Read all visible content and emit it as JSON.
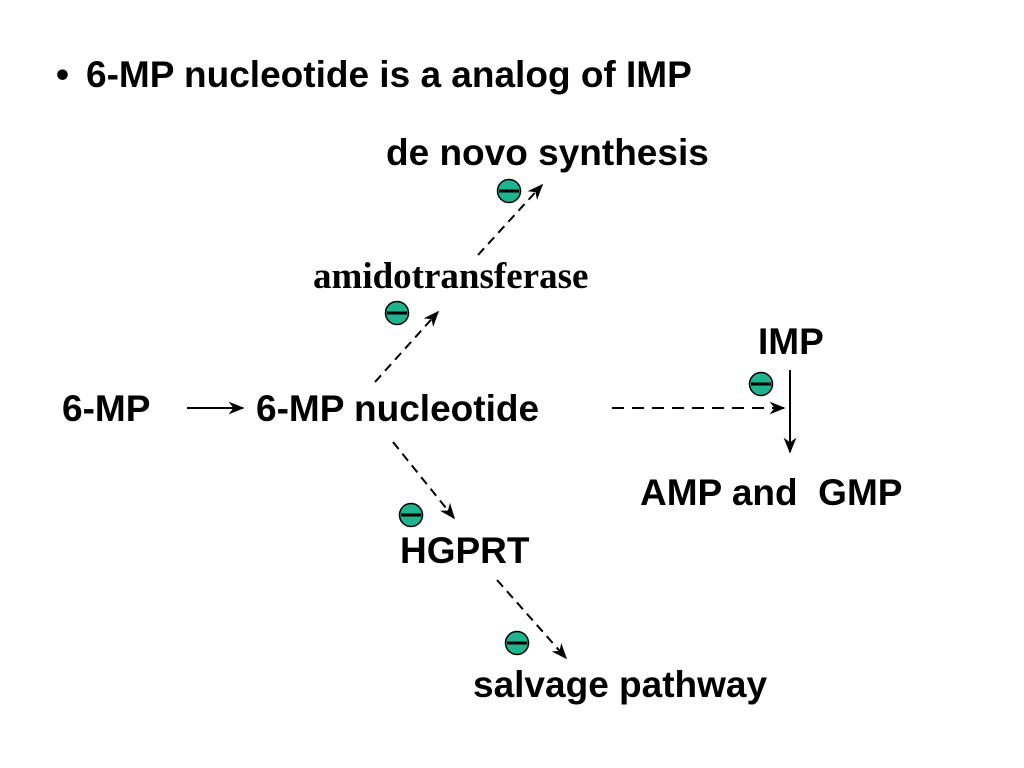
{
  "bullet": {
    "symbol": "•",
    "text": "6-MP nucleotide is a analog of IMP"
  },
  "nodes": {
    "de_novo": "de novo synthesis",
    "amidotransferase": "amidotransferase",
    "imp": "IMP",
    "six_mp": "6-MP",
    "six_mp_nucleotide": "6-MP nucleotide",
    "amp_gmp": "AMP and  GMP",
    "hgprt": "HGPRT",
    "salvage": "salvage pathway"
  },
  "inhibitor_symbol": {
    "name": "minus-circle-icon",
    "fill": "#1fb48f",
    "stroke": "#000000"
  }
}
